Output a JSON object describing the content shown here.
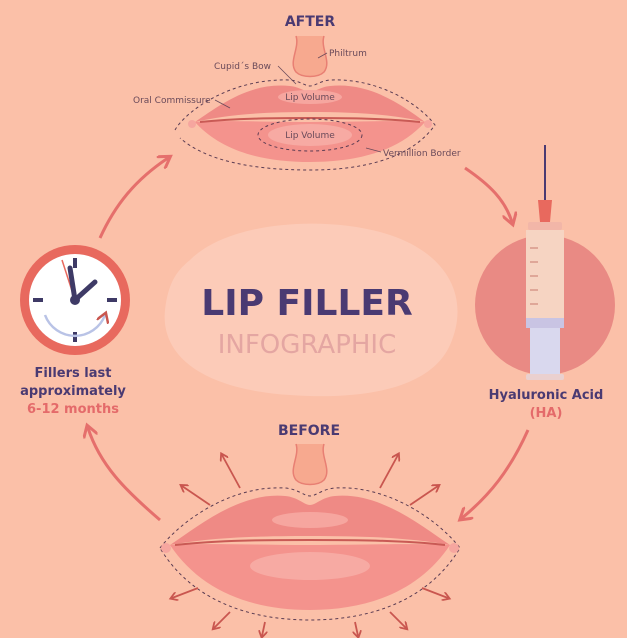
{
  "after_label": "AFTER",
  "before_label": "BEFORE",
  "title_main": "LIP FILLER",
  "title_sub": "INFOGRAPHIC",
  "labels": {
    "cupids_bow": "Cupid´s Bow",
    "philtrum": "Philtrum",
    "oral_commissure": "Oral Commissure",
    "lip_volume_upper": "Lip Volume",
    "lip_volume_lower": "Lip Volume",
    "vermillion_border": "Vermillion Border"
  },
  "clock_caption": {
    "line1": "Fillers last",
    "line2": "approximately",
    "line3": "6-12 months"
  },
  "syringe_caption": {
    "line1": "Hyaluronic Acid",
    "line2": "(HA)"
  },
  "colors": {
    "background": "#fbc0a8",
    "accent_dark": "#4a3a72",
    "accent_pink": "#e46a6a",
    "lip": "#f08a86",
    "arrow": "#e56f6c"
  }
}
